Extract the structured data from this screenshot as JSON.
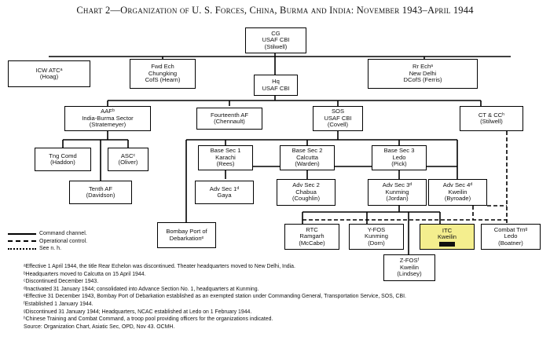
{
  "title": "Chart 2—Organization of U. S. Forces, China, Burma and India: November 1943–April 1944",
  "nodes": {
    "cg": {
      "lines": [
        "CG",
        "USAF CBI",
        "(Stilwell)"
      ]
    },
    "icw": {
      "lines": [
        "ICW ATCᵃ",
        "(Hoag)"
      ]
    },
    "fwd": {
      "lines": [
        "Fwd Ech",
        "Chungking",
        "CofS (Hearn)"
      ]
    },
    "rrech": {
      "lines": [
        "Rr Echᵃ",
        "New Delhi",
        "DCofS (Ferris)"
      ]
    },
    "hq": {
      "lines": [
        "Hq",
        "USAF CBI"
      ]
    },
    "aaf": {
      "lines": [
        "AAFᵇ",
        "India-Burma Sector",
        "(Stratemeyer)"
      ]
    },
    "fourteenth": {
      "lines": [
        "Fourteenth AF",
        "(Chennault)"
      ]
    },
    "sos": {
      "lines": [
        "SOS",
        "USAF CBI",
        "(Covell)"
      ]
    },
    "ctcc": {
      "lines": [
        "CT & CCʰ",
        "(Stilwell)"
      ]
    },
    "tngcmd": {
      "lines": [
        "Tng Comd",
        "(Haddon)"
      ]
    },
    "asc": {
      "lines": [
        "ASCᶜ",
        "(Oliver)"
      ]
    },
    "tenth": {
      "lines": [
        "Tenth AF",
        "(Davidson)"
      ]
    },
    "bs1": {
      "lines": [
        "Base Sec 1",
        "Karachi",
        "(Rees)"
      ]
    },
    "bs2": {
      "lines": [
        "Base Sec 2",
        "Calcutta",
        "(Warden)"
      ]
    },
    "bs3": {
      "lines": [
        "Base Sec 3",
        "Ledo",
        "(Pick)"
      ]
    },
    "as1": {
      "lines": [
        "Adv Sec 1ᵈ",
        "Gaya"
      ]
    },
    "as2": {
      "lines": [
        "Adv Sec 2",
        "Chabua",
        "(Coughlin)"
      ]
    },
    "as3": {
      "lines": [
        "Adv Sec 3ᵈ",
        "Kunming",
        "(Jordan)"
      ]
    },
    "as4": {
      "lines": [
        "Adv Sec 4ᵈ",
        "Kweilin",
        "(Byroade)"
      ]
    },
    "bombay": {
      "lines": [
        "Bombay Port of",
        "Debarkationᵉ"
      ]
    },
    "rtc": {
      "lines": [
        "RTC",
        "Ramgarh",
        "(McCabe)"
      ]
    },
    "yfos": {
      "lines": [
        "Y-FOS",
        "Kunming",
        "(Dorn)"
      ]
    },
    "itc": {
      "lines": [
        "ITC",
        "Kweilin"
      ]
    },
    "combat": {
      "lines": [
        "Combat Trnᵍ",
        "Ledo",
        "(Boatner)"
      ]
    },
    "zfos": {
      "lines": [
        "Z-FOSᶠ",
        "Kweilin",
        "(Lindsey)"
      ]
    }
  },
  "legend": [
    {
      "style": "solid",
      "label": "Command channel."
    },
    {
      "style": "dash",
      "label": "Operational control."
    },
    {
      "style": "dot",
      "label": "See n. h."
    }
  ],
  "notes": [
    "ᵃEffective 1 April 1944, the title Rear Echelon was discontinued.   Theater headquarters moved to New Delhi, India.",
    "ᵇHeadquarters moved to Calcutta on 15 April 1944.",
    "ᶜDiscontinued December 1943.",
    "ᵈInactivated 31 January 1944; consolidated into Advance Section No. 1, headquarters at Kunming.",
    "ᵉEffective 31 December 1943, Bombay Port of Debarkation established as an exempted station under Commanding  General, Transportation Service, SOS, CBI.",
    "ᶠEstablished 1 January 1944.",
    "ᵍDiscontinued 31 January 1944; Headquarters, NCAC established at Ledo on 1 February 1944.",
    "ʰChinese Training and Combat Command, a troop pool providing officers for the organizations indicated.",
    "Source:  Organization Chart, Asiatic Sec, OPD, Nov 43.   OCMH."
  ]
}
